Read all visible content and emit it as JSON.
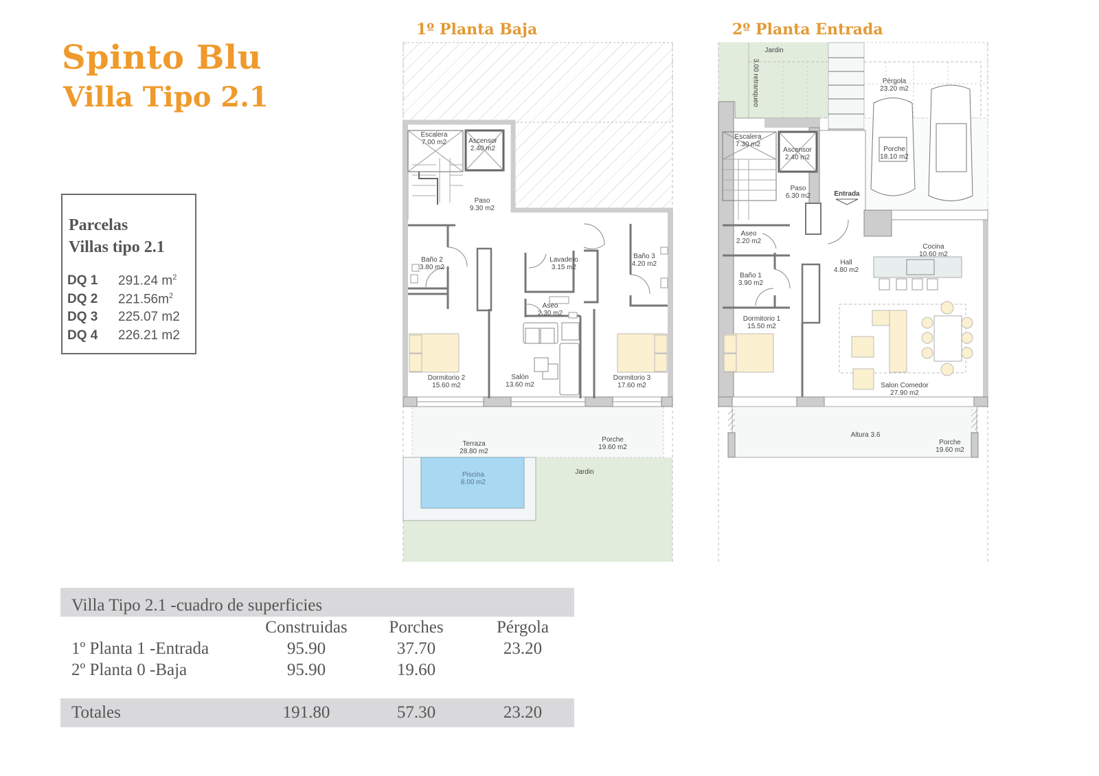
{
  "header": {
    "title": "Spinto Blu",
    "subtitle": "Villa Tipo 2.1"
  },
  "parcels": {
    "heading_line1": "Parcelas",
    "heading_line2": "Villas tipo 2.1",
    "items": [
      {
        "label": "DQ 1",
        "value": "291.24 m",
        "unit_sup": "2"
      },
      {
        "label": "DQ 2",
        "value": "221.56m",
        "unit_sup": "2"
      },
      {
        "label": "DQ 3",
        "value": "225.07 m2",
        "unit_sup": ""
      },
      {
        "label": "DQ 4",
        "value": "226.21 m2",
        "unit_sup": ""
      }
    ]
  },
  "plans": {
    "ground": {
      "title": "1º Planta Baja",
      "rooms": [
        {
          "name": "Escalera",
          "area": "7.00 m2"
        },
        {
          "name": "Ascensor",
          "area": "2.40 m2"
        },
        {
          "name": "Paso",
          "area": "9.30 m2"
        },
        {
          "name": "Baño 2",
          "area": "3.80 m2"
        },
        {
          "name": "Lavadero",
          "area": "3.15 m2"
        },
        {
          "name": "Baño 3",
          "area": "4.20 m2"
        },
        {
          "name": "Aseo",
          "area": "2.30 m2"
        },
        {
          "name": "Dormitorio 2",
          "area": "15.60 m2"
        },
        {
          "name": "Salón",
          "area": "13.60 m2"
        },
        {
          "name": "Dormitorio 3",
          "area": "17.60 m2"
        },
        {
          "name": "Terraza",
          "area": "28.80 m2"
        },
        {
          "name": "Porche",
          "area": "19.60 m2"
        },
        {
          "name": "Piscina",
          "area": "8.00 m2"
        },
        {
          "name": "Jardin",
          "area": ""
        }
      ]
    },
    "entrance": {
      "title": "2º Planta Entrada",
      "rooms": [
        {
          "name": "Jardin",
          "area": ""
        },
        {
          "name": "3.00 retranqueo",
          "area": ""
        },
        {
          "name": "Pérgola",
          "area": "23.20 m2"
        },
        {
          "name": "Escalera",
          "area": "7.30 m2"
        },
        {
          "name": "Ascensor",
          "area": "2.40 m2"
        },
        {
          "name": "Porche",
          "area": "18.10 m2"
        },
        {
          "name": "Paso",
          "area": "6.30 m2"
        },
        {
          "name": "Entrada",
          "area": ""
        },
        {
          "name": "Aseo",
          "area": "2.20 m2"
        },
        {
          "name": "Cocina",
          "area": "10.60 m2"
        },
        {
          "name": "Hall",
          "area": "4.80 m2"
        },
        {
          "name": "Baño 1",
          "area": "3.90 m2"
        },
        {
          "name": "Dormitorio 1",
          "area": "15.50 m2"
        },
        {
          "name": "Salon Comedor",
          "area": "27.90 m2"
        },
        {
          "name": "Altura 3.6",
          "area": ""
        },
        {
          "name": "Porche",
          "area": "19.60 m2"
        }
      ]
    }
  },
  "summary": {
    "title": "Villa Tipo 2.1 -cuadro de superficies",
    "columns": [
      "",
      "Construidas",
      "Porches",
      "Pérgola"
    ],
    "rows": [
      {
        "label": "1º Planta 1 -Entrada",
        "construidas": "95.90",
        "porches": "37.70",
        "pergola": "23.20"
      },
      {
        "label": "2º Planta 0 -Baja",
        "construidas": "95.90",
        "porches": "19.60",
        "pergola": ""
      }
    ],
    "totals": {
      "label": "Totales",
      "construidas": "191.80",
      "porches": "57.30",
      "pergola": "23.20"
    }
  },
  "colors": {
    "title_orange": "#ef9a2c",
    "wall_gray": "#cdcdcd",
    "garden_green": "#e2ecdd",
    "pool_blue": "#a9d8f2",
    "furniture_yellow": "#fbf0cf",
    "table_band": "#d9d9db"
  }
}
